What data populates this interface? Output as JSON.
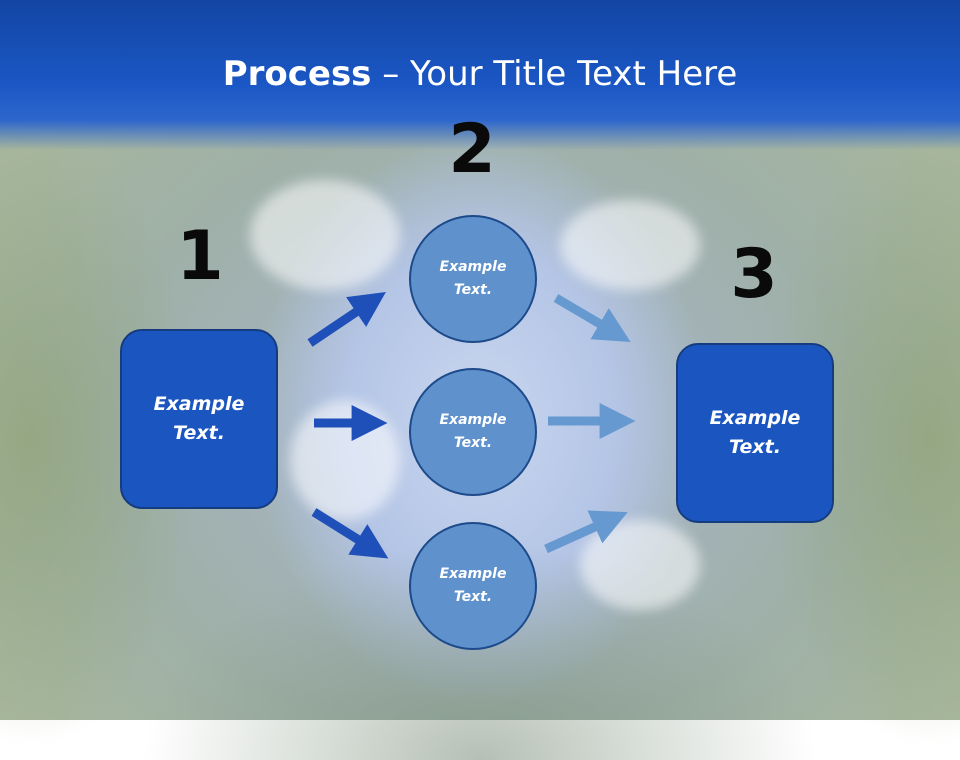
{
  "title": {
    "bold": "Process",
    "rest": " – Your Title Text Here"
  },
  "steps": {
    "step1": {
      "number": "1",
      "text": "Example\nText."
    },
    "step2": {
      "number": "2",
      "circles": [
        {
          "text": "Example\nText."
        },
        {
          "text": "Example\nText."
        },
        {
          "text": "Example\nText."
        }
      ]
    },
    "step3": {
      "number": "3",
      "text": "Example\nText."
    }
  },
  "colors": {
    "header": "#1a56c4",
    "box_fill": "#1b55c0",
    "circle_fill": "#5f91cc",
    "arrow_dark": "#1f4fb8",
    "arrow_light": "#5f91cc"
  }
}
